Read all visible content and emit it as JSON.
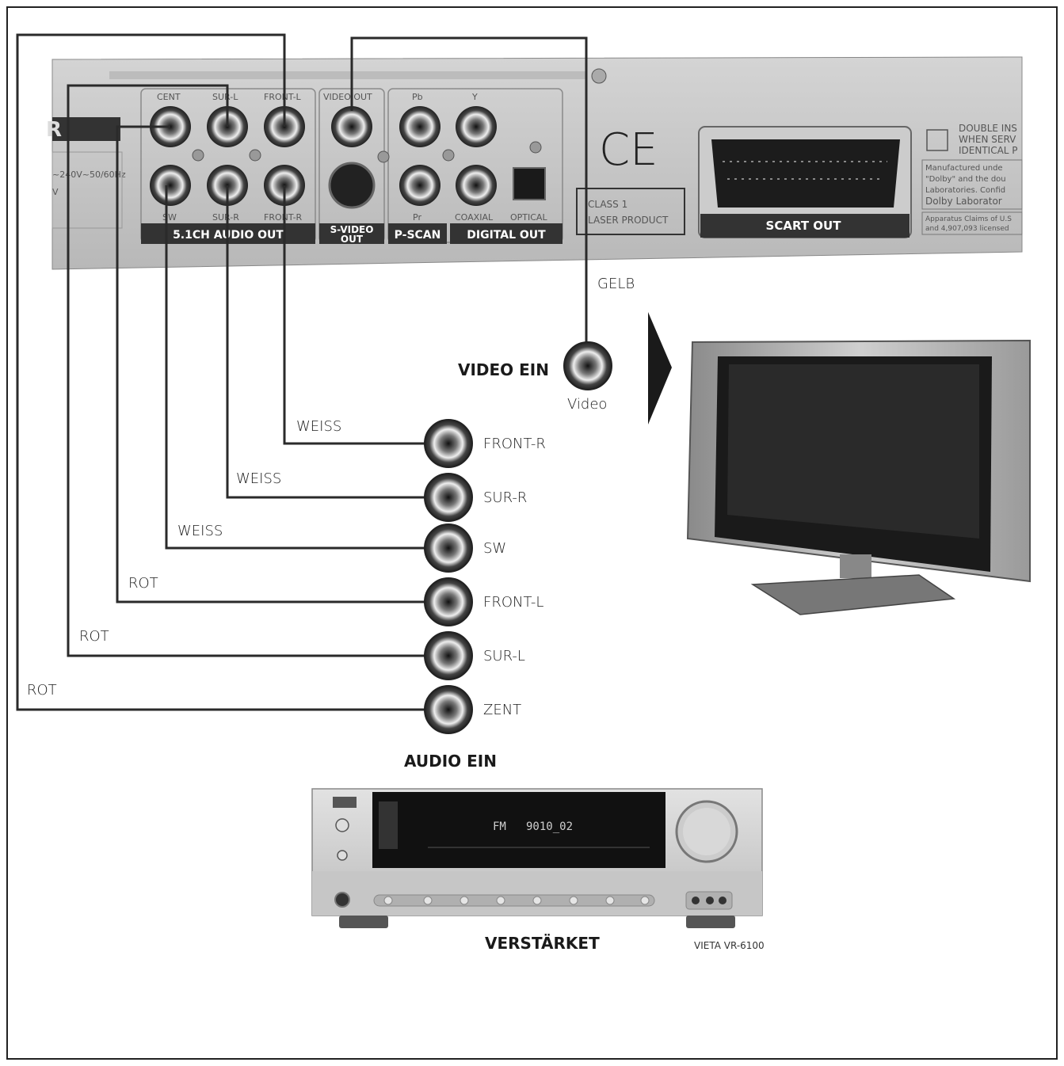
{
  "player": {
    "label_cent": "CENT",
    "label_sur_l": "SUR-L",
    "label_front_l": "FRONT-L",
    "label_video_out": "VIDEO OUT",
    "label_pb": "Pb",
    "label_y": "Y",
    "label_sw": "SW",
    "label_sur_r": "SUR-R",
    "label_front_r": "FRONT-R",
    "label_pr": "Pr",
    "label_coaxial": "COAXIAL",
    "label_optical": "OPTICAL",
    "bar_audio_out": "5.1CH AUDIO OUT",
    "bar_svideo_1": "S-VIDEO",
    "bar_svideo_2": "OUT",
    "bar_pscan": "P-SCAN",
    "bar_digital_out": "DIGITAL OUT",
    "ce_mark": "CE",
    "laser_1": "CLASS  1",
    "laser_2": "LASER  PRODUCT",
    "scart_out": "SCART OUT",
    "notice_1": "DOUBLE INS",
    "notice_2": "WHEN SERV",
    "notice_3": "IDENTICAL P",
    "dolby_1": "Manufactured  unde",
    "dolby_2": "\"Dolby\"  and  the  dou",
    "dolby_3": "Laboratories.  Confid",
    "dolby_4": "Dolby   Laborator",
    "patent_1": "Apparatus Claims of U.S",
    "patent_2": "and 4,907,093 licensed",
    "power_1": "~240V~50/60Hz",
    "power_2": "V"
  },
  "wire_colors": {
    "gelb": "GELB",
    "weiss_1": "WEISS",
    "weiss_2": "WEISS",
    "weiss_3": "WEISS",
    "rot_1": "ROT",
    "rot_2": "ROT",
    "rot_3": "ROT"
  },
  "video_in": {
    "title": "VIDEO EIN",
    "jack_label": "Video"
  },
  "audio_in": {
    "title": "AUDIO EIN",
    "jacks": [
      "FRONT-R",
      "SUR-R",
      "SW",
      "FRONT-L",
      "SUR-L",
      "ZENT"
    ]
  },
  "amplifier": {
    "title": "VERSTÄRKET",
    "model": "VIETA VR-6100",
    "display_band": "FM",
    "display_freq": "9010_02"
  },
  "colors": {
    "panel": "#c8c8c8",
    "bar": "#3a3a3a",
    "wire": "#2a2a2a",
    "screen": "#1a1a1a"
  }
}
